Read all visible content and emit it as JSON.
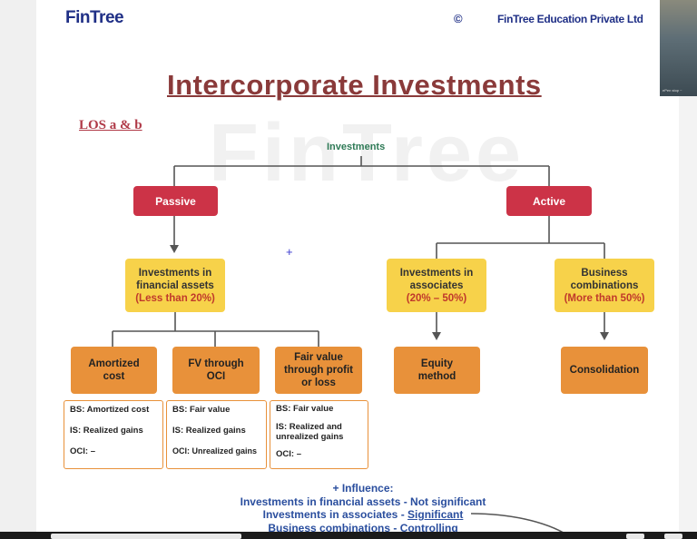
{
  "header": {
    "brand": "FinTree",
    "copyright": "©",
    "company": "FinTree Education Private Ltd"
  },
  "slide": {
    "title": "Intercorporate Investments",
    "los": "LOS a & b",
    "watermark": "FinTree"
  },
  "tree": {
    "root": "Investments",
    "passive": "Passive",
    "active": "Active",
    "financial_assets": {
      "line1": "Investments in",
      "line2": "financial assets",
      "pct": "(Less than 20%)"
    },
    "associates": {
      "line1": "Investments in",
      "line2": "associates",
      "pct": "(20% – 50%)"
    },
    "business": {
      "line1": "Business",
      "line2": "combinations",
      "pct": "(More than 50%)"
    },
    "amortized": {
      "line1": "Amortized",
      "line2": "cost"
    },
    "fvoci": {
      "line1": "FV through",
      "line2": "OCI"
    },
    "fvpl": {
      "line1": "Fair value",
      "line2": "through profit",
      "line3": "or loss"
    },
    "equity": {
      "line1": "Equity",
      "line2": "method"
    },
    "consolidation": "Consolidation",
    "details": {
      "amortized": [
        "BS: Amortized cost",
        "IS: Realized gains",
        "OCI: –"
      ],
      "fvoci": [
        "BS: Fair value",
        "IS: Realized gains",
        "OCI: Unrealized gains"
      ],
      "fvpl": [
        "BS: Fair value",
        "IS: Realized and",
        "unrealized gains",
        "OCI: –"
      ]
    }
  },
  "legend": {
    "heading": "+ Influence:",
    "line1": "Investments in financial assets - Not significant",
    "line2_prefix": "Investments in associates - ",
    "line2_em": "Significant",
    "line3": "Business combinations - Controlling"
  },
  "misc": {
    "plus": "+",
    "cam_label": "ePen stop ~"
  },
  "colors": {
    "brand": "#1f2f86",
    "red_box": "#cc3347",
    "yellow_box": "#f7d24a",
    "orange_box": "#e8913a",
    "title": "#8a3a3a"
  }
}
